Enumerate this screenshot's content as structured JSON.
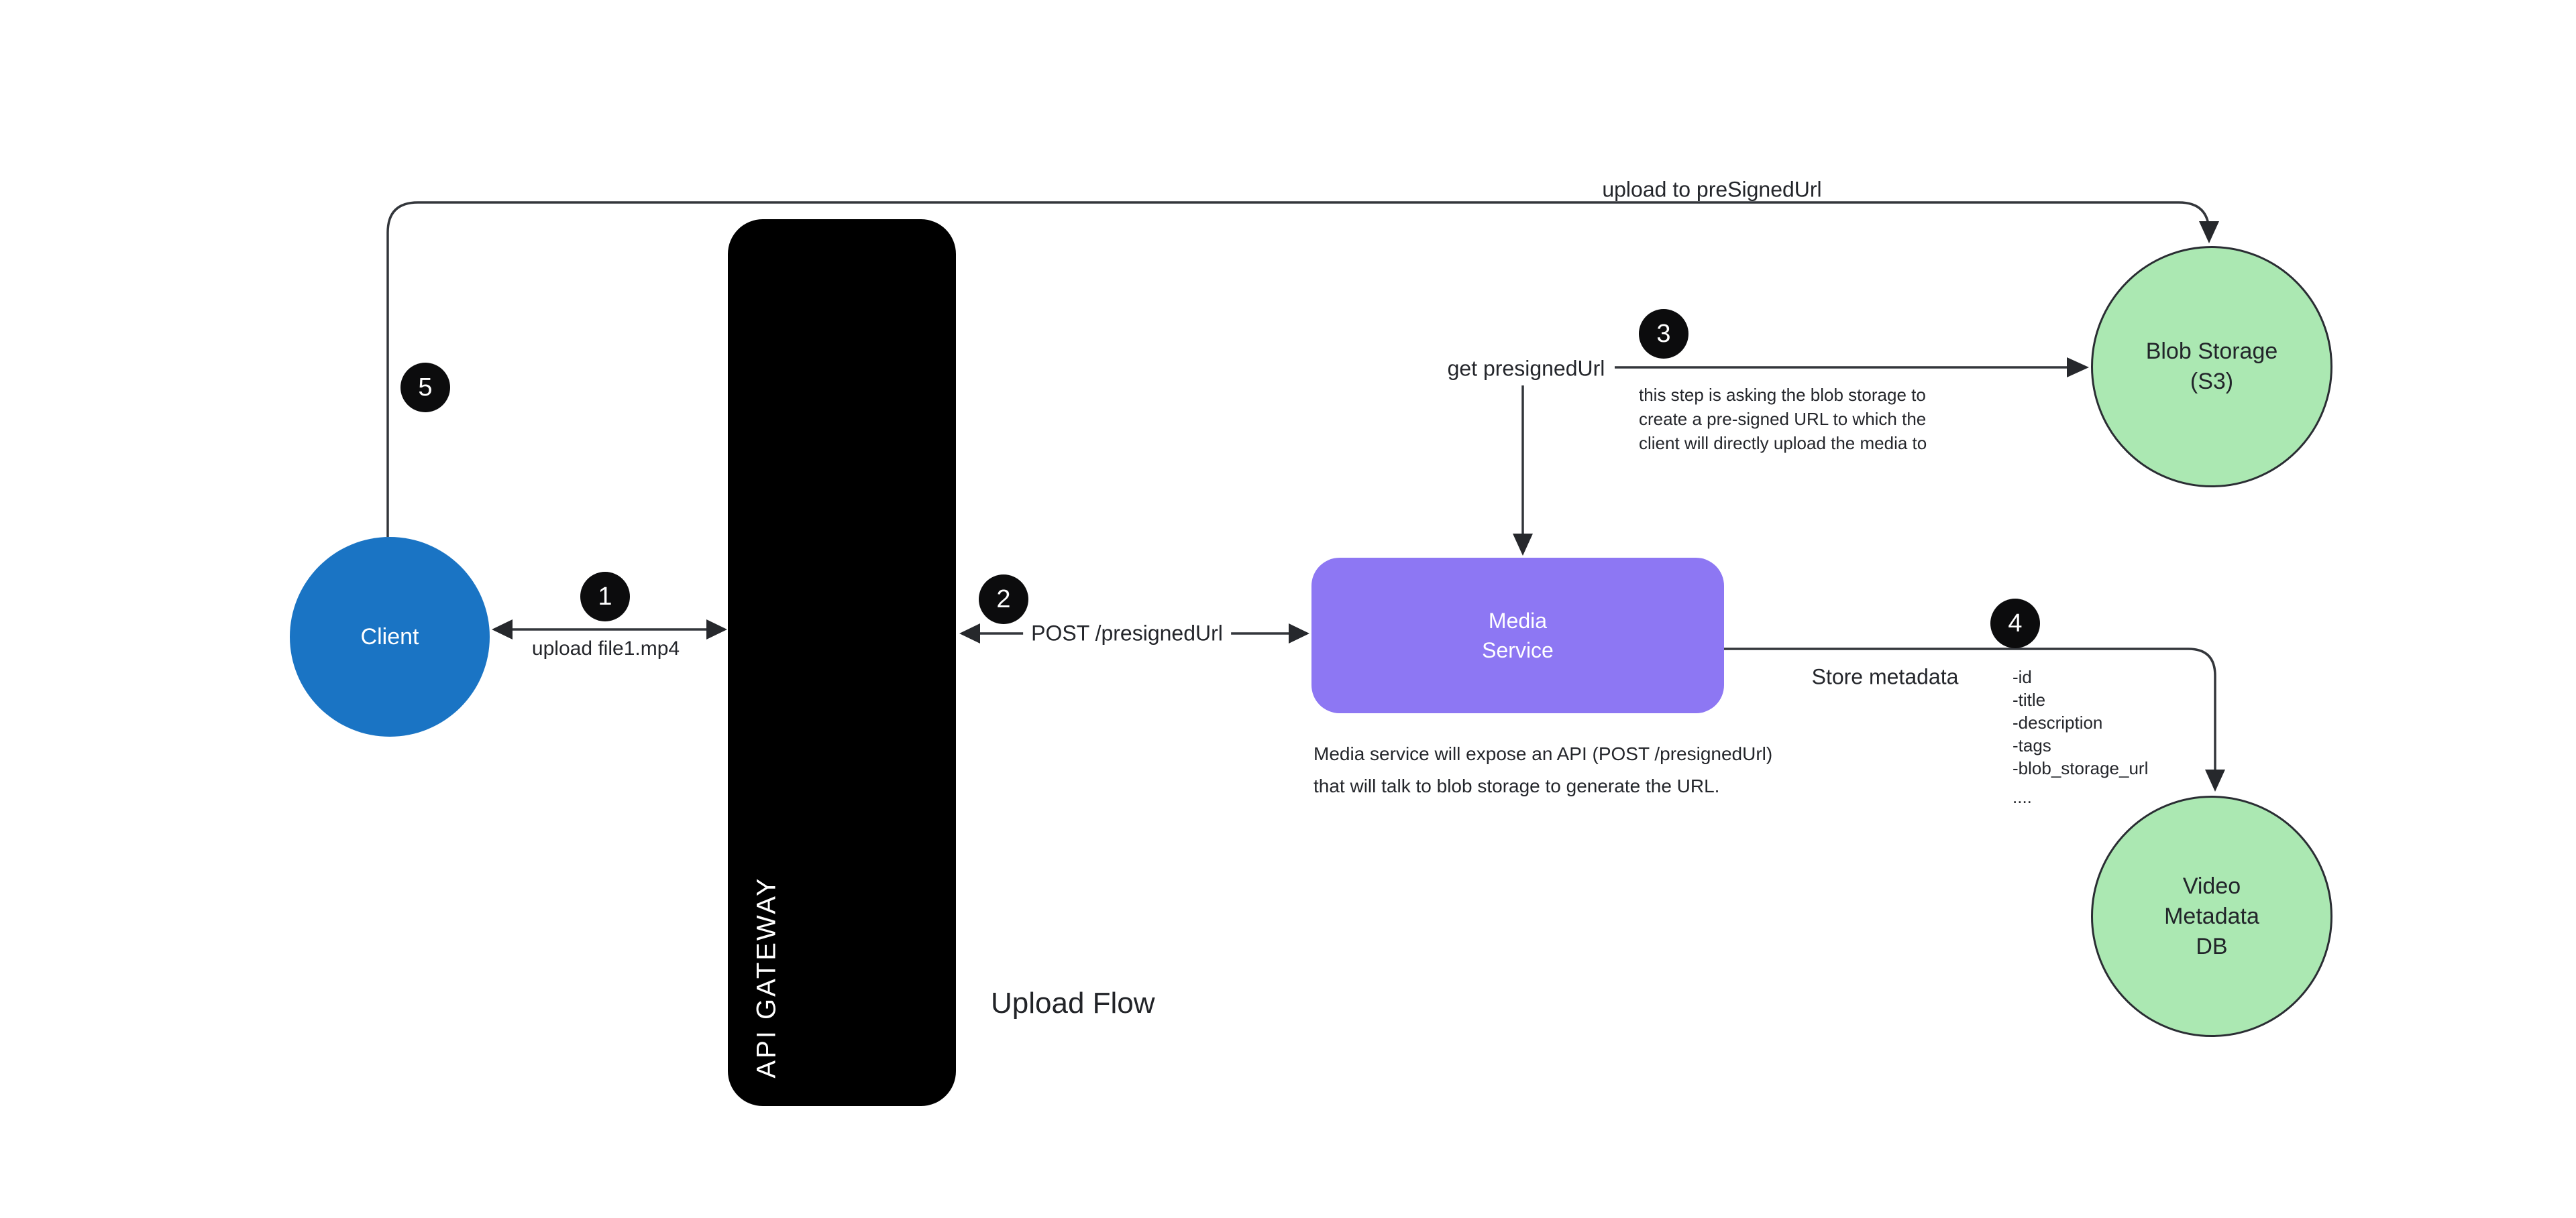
{
  "title": "Upload Flow",
  "colors": {
    "client_blue": "#1a74c4",
    "api_gateway_black": "#000000",
    "media_purple": "#8d77f3",
    "storage_green": "#abe8b2",
    "wire_dark": "#33363b",
    "background": "#ffffff"
  },
  "nodes": {
    "client": {
      "label": "Client"
    },
    "api_gateway": {
      "label": "API GATEWAY"
    },
    "media_service": {
      "line1": "Media",
      "line2": "Service"
    },
    "blob_storage": {
      "line1": "Blob Storage",
      "line2": "(S3)"
    },
    "video_db": {
      "line1": "Video",
      "line2": "Metadata",
      "line3": "DB"
    }
  },
  "steps": [
    "1",
    "2",
    "3",
    "4",
    "5"
  ],
  "edges": {
    "upload_presigned": {
      "label": "upload to preSignedUrl"
    },
    "upload_file": {
      "label": "upload file1.mp4"
    },
    "post_presigned": {
      "label": "POST /presignedUrl"
    },
    "get_presigned": {
      "label": "get presignedUrl"
    },
    "store_metadata": {
      "label": "Store metadata"
    }
  },
  "annotations": {
    "step3_note": {
      "line1": "this step is asking  the blob storage to",
      "line2": "create a pre-signed URL to which the",
      "line3": "client will directly upload the media to"
    },
    "media_service_note": {
      "line1": "Media service will expose an API (POST /presignedUrl)",
      "line2": "that will talk to blob storage to generate the URL."
    },
    "metadata_fields": [
      "-id",
      "-title",
      "-description",
      "-tags",
      "-blob_storage_url",
      "...."
    ]
  }
}
